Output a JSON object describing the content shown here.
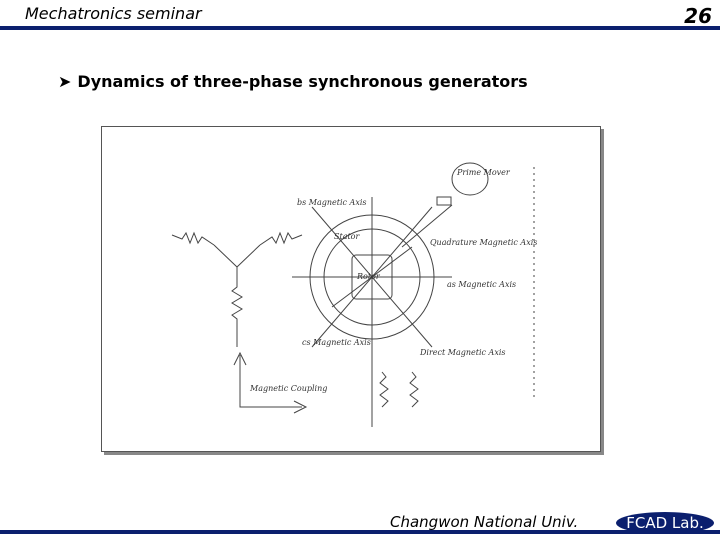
{
  "header": {
    "title": "Mechatronics seminar",
    "page_number": "26"
  },
  "slide": {
    "bullet_icon": "arrow-bullet-icon",
    "heading": "Dynamics of three-phase synchronous generators"
  },
  "figure": {
    "labels": {
      "prime_mover": "Prime Mover",
      "bs_axis": "bs Magnetic Axis",
      "quadrature_axis": "Quadrature Magnetic Axis",
      "as_axis": "as Magnetic Axis",
      "cs_axis": "cs Magnetic Axis",
      "direct_axis": "Direct Magnetic Axis",
      "stator": "Stator",
      "rotor": "Rotor",
      "magnetic_coupling": "Magnetic Coupling"
    }
  },
  "footer": {
    "university": "Changwon National Univ.",
    "lab": "FCAD Lab."
  }
}
